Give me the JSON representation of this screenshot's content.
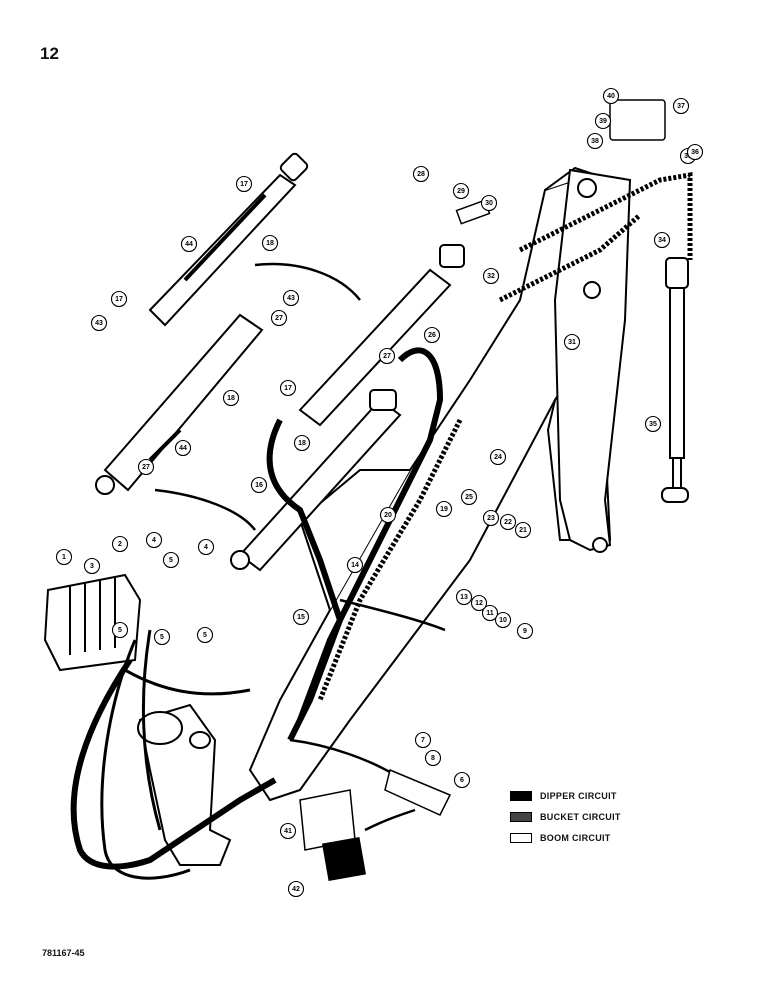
{
  "page_number": "12",
  "drawing_code": "781167-45",
  "legend": [
    {
      "label": "DIPPER CIRCUIT",
      "fill": "#000000"
    },
    {
      "label": "BUCKET CIRCUIT",
      "fill": "#444444"
    },
    {
      "label": "BOOM CIRCUIT",
      "fill": "#ffffff"
    }
  ],
  "callouts": {
    "c1": "1",
    "c2": "2",
    "c3": "3",
    "c4a": "4",
    "c4b": "4",
    "c5a": "5",
    "c5b": "5",
    "c5c": "5",
    "c5d": "5",
    "c6": "6",
    "c7": "7",
    "c8": "8",
    "c9": "9",
    "c10": "10",
    "c11": "11",
    "c12": "12",
    "c13": "13",
    "c14": "14",
    "c15": "15",
    "c16": "16",
    "c17a": "17",
    "c17b": "17",
    "c17c": "17",
    "c18a": "18",
    "c18b": "18",
    "c18c": "18",
    "c19": "19",
    "c20": "20",
    "c21": "21",
    "c22": "22",
    "c23": "23",
    "c24": "24",
    "c25": "25",
    "c26": "26",
    "c27a": "27",
    "c27b": "27",
    "c27c": "27",
    "c28": "28",
    "c29": "29",
    "c30": "30",
    "c31": "31",
    "c32": "32",
    "c33": "33",
    "c34": "34",
    "c35": "35",
    "c36": "36",
    "c37": "37",
    "c38": "38",
    "c39": "39",
    "c40": "40",
    "c41": "41",
    "c42": "42",
    "c43a": "43",
    "c43b": "43",
    "c44a": "44",
    "c44b": "44"
  }
}
